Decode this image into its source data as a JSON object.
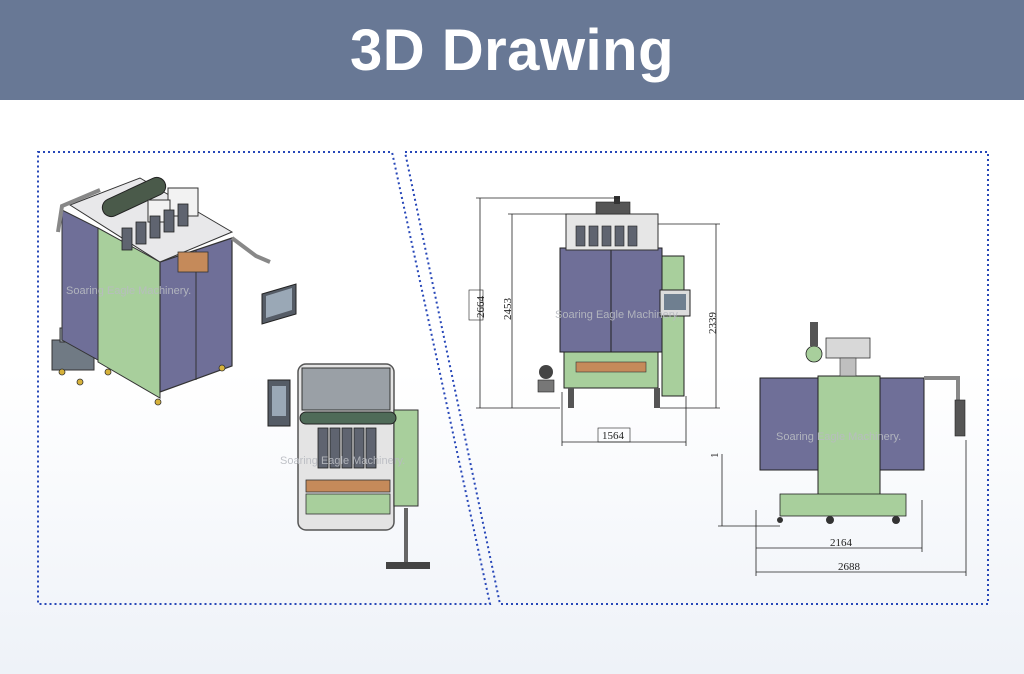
{
  "header": {
    "title": "3D Drawing"
  },
  "watermark": "Soaring Eagle Machinery.",
  "front_view": {
    "dim_total_height": "2664",
    "dim_height": "2453",
    "dim_height_right": "2339",
    "dim_width": "1564"
  },
  "side_view": {
    "dim_small": "1",
    "dim_width_inner": "2164",
    "dim_width_total": "2688"
  },
  "colors": {
    "header": "#687895",
    "machine_green": "#a8cf9c",
    "bag_purple": "#6f6f98",
    "frame_dots": "#2747b8"
  }
}
